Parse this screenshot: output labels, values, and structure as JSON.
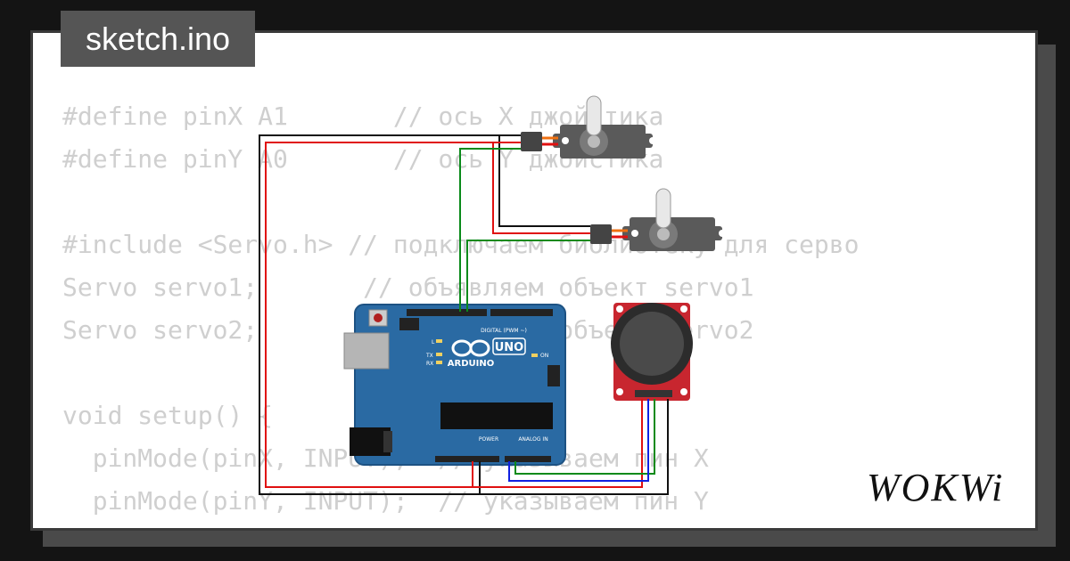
{
  "title": "sketch.ino",
  "brand": "WOKWi",
  "code_lines": [
    "#define pinX A1       // ось X джойстика",
    "#define pinY A0       // ось Y джойстика",
    "",
    "#include <Servo.h> // подключаем библиотеку для серво",
    "Servo servo1;       // объявляем объект servo1",
    "Servo servo2;       // объявляем объект servo2",
    "",
    "void setup() {",
    "  pinMode(pinX, INPUT);  // указываем пин X",
    "  pinMode(pinY, INPUT);  // указываем пин Y"
  ],
  "board": {
    "name": "UNO",
    "brand_text": "ARDUINO",
    "digital_label": "DIGITAL (PWM ~)",
    "analog_label": "ANALOG IN",
    "power_label": "POWER",
    "on_label": "ON",
    "tx_label": "TX",
    "rx_label": "RX",
    "l_label": "L"
  },
  "colors": {
    "board": "#2a6aa3",
    "joystick": "#c8262f",
    "servo": "#555555",
    "wire_red": "#e01010",
    "wire_black": "#111111",
    "wire_green": "#0a8a1a",
    "wire_blue": "#1020e0",
    "wire_orange": "#f07010"
  }
}
